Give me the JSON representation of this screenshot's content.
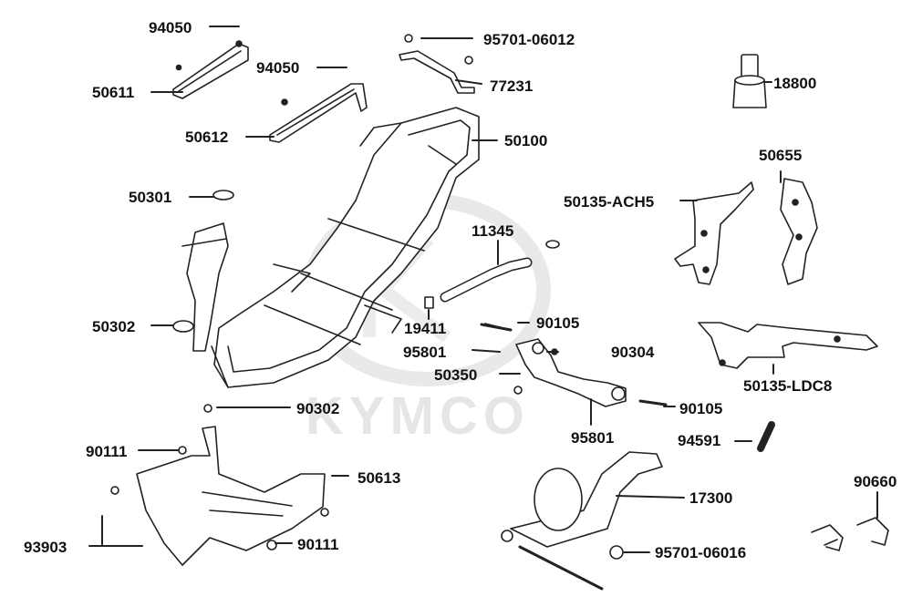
{
  "diagram": {
    "brand_watermark": "KYMCO",
    "part_labels": [
      "94050",
      "50611",
      "94050",
      "50612",
      "95701-06012",
      "77231",
      "18800",
      "50100",
      "50655",
      "50135-ACH5",
      "50301",
      "11345",
      "50302",
      "19411",
      "90105",
      "95801",
      "90304",
      "50350",
      "50135-LDC8",
      "90105",
      "90302",
      "95801",
      "94591",
      "90111",
      "50613",
      "17300",
      "90660",
      "90111",
      "93903",
      "95701-06016"
    ]
  }
}
